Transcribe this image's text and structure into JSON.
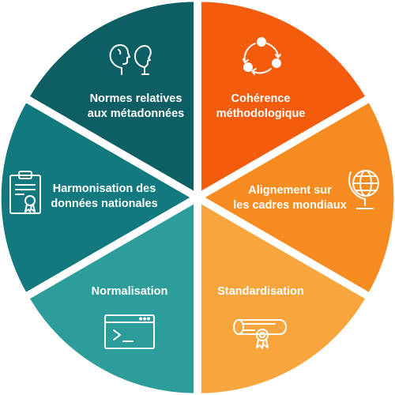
{
  "colors": {
    "dark_teal": "#0d5f63",
    "teal": "#127a7e",
    "light_teal": "#2d9d9c",
    "red_orange": "#f25c0c",
    "orange": "#f68b1f",
    "light_orange": "#f7a53c",
    "background": "#ffffff",
    "text": "#ffffff"
  },
  "segments": [
    {
      "id": "metadata",
      "lines": [
        "Normes relatives",
        "aux métadonnées"
      ],
      "icon": "two-faces-icon",
      "color": "#0d5f63"
    },
    {
      "id": "coherence",
      "lines": [
        "Cohérence",
        "méthodologique"
      ],
      "icon": "cycle-arrows-icon",
      "color": "#f25c0c"
    },
    {
      "id": "alignment",
      "lines": [
        "Alignement sur",
        "les cadres mondiaux"
      ],
      "icon": "globe-icon",
      "color": "#f68b1f"
    },
    {
      "id": "standardisation",
      "lines": [
        "Standardisation"
      ],
      "icon": "diploma-scroll-icon",
      "color": "#f7a53c"
    },
    {
      "id": "normalisation",
      "lines": [
        "Normalisation"
      ],
      "icon": "terminal-window-icon",
      "color": "#2d9d9c"
    },
    {
      "id": "harmonisation",
      "lines": [
        "Harmonisation des",
        "données nationales"
      ],
      "icon": "certificate-clipboard-icon",
      "color": "#127a7e"
    }
  ]
}
